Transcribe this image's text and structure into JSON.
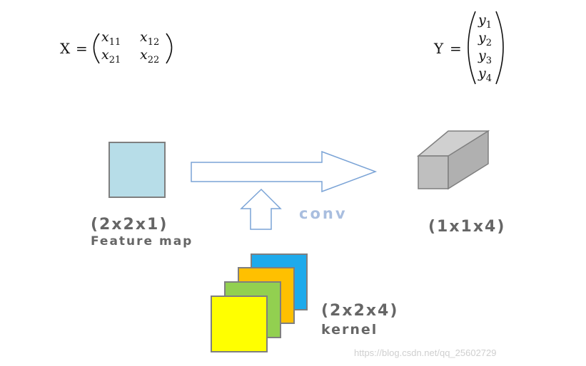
{
  "matrix_x": {
    "name": "X",
    "entries": [
      "x",
      "x",
      "x",
      "x"
    ],
    "subs": [
      "11",
      "12",
      "21",
      "22"
    ]
  },
  "matrix_y": {
    "name": "Y",
    "entries": [
      "y",
      "y",
      "y",
      "y"
    ],
    "subs": [
      "1",
      "2",
      "3",
      "4"
    ]
  },
  "feature_map": {
    "dims": "(2x2x1)",
    "caption": "Feature map",
    "color": "#b7dde8"
  },
  "arrow_label": "conv",
  "output": {
    "dims": "(1x1x4)",
    "color": "#bfbfbf"
  },
  "kernel": {
    "dims": "(2x2x4)",
    "caption": "kernel",
    "colors": [
      "#1eaaeb",
      "#ffc000",
      "#92d050",
      "#ffff00"
    ]
  },
  "watermark": "https://blog.csdn.net/qq_25602729"
}
